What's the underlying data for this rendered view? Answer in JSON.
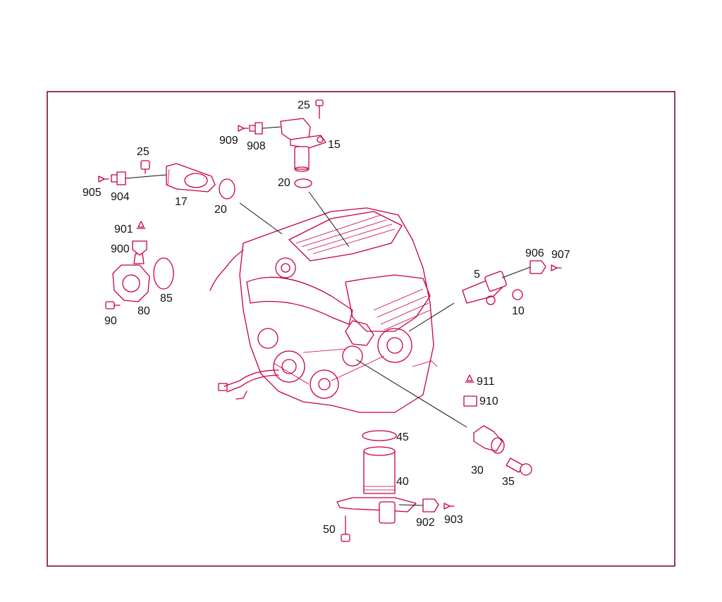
{
  "colors": {
    "part_line": "#c8003a",
    "frame": "#7a0f1e",
    "label": "#111111"
  },
  "callouts": {
    "c25a": "25",
    "c909": "909",
    "c908": "908",
    "c15": "15",
    "c20a": "20",
    "c25b": "25",
    "c905": "905",
    "c904": "904",
    "c17": "17",
    "c20b": "20",
    "c901": "901",
    "c900": "900",
    "c85": "85",
    "c90": "90",
    "c80": "80",
    "c5": "5",
    "c906": "906",
    "c907": "907",
    "c10": "10",
    "c911": "911",
    "c910": "910",
    "c30": "30",
    "c35": "35",
    "c45": "45",
    "c40": "40",
    "c902": "902",
    "c903": "903",
    "c50": "50"
  }
}
